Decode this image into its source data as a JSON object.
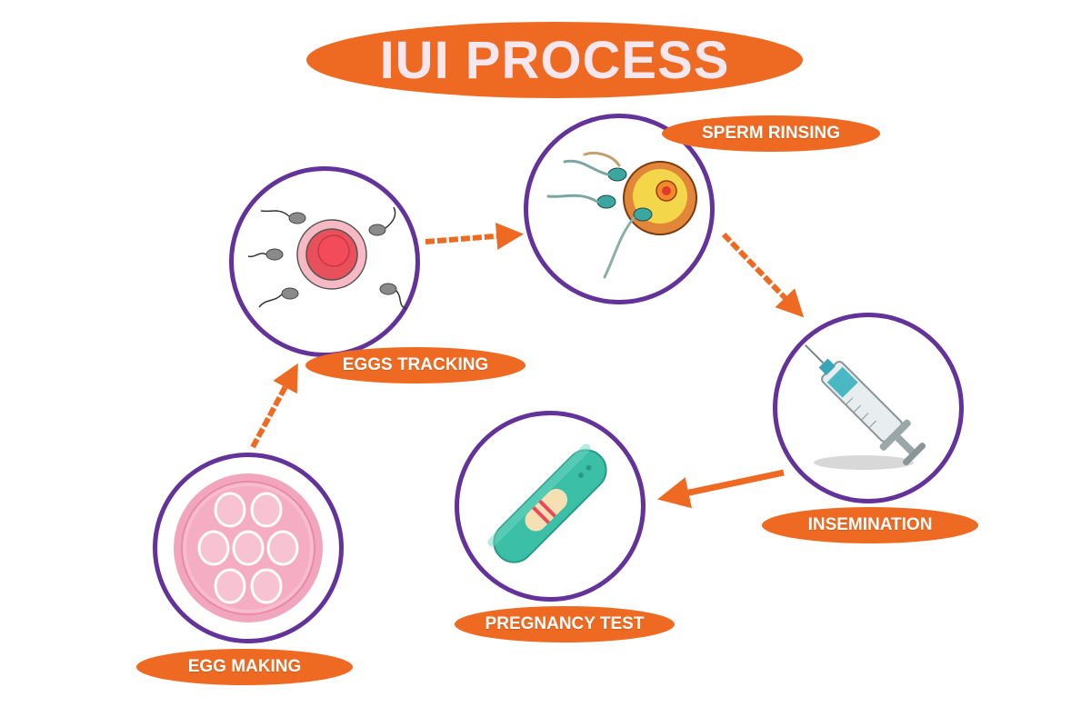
{
  "title": "IUI PROCESS",
  "colors": {
    "accent_orange": "#ee6a22",
    "circle_border": "#63339a",
    "title_text": "#f6e7ee"
  },
  "steps": [
    {
      "label": "EGG MAKING",
      "icon": "egg-cluster-icon"
    },
    {
      "label": "EGGS TRACKING",
      "icon": "egg-with-sperm-icon"
    },
    {
      "label": "SPERM RINSING",
      "icon": "sperm-fertilizing-egg-icon"
    },
    {
      "label": "INSEMINATION",
      "icon": "syringe-icon"
    },
    {
      "label": "PREGNANCY TEST",
      "icon": "pregnancy-test-icon"
    }
  ]
}
